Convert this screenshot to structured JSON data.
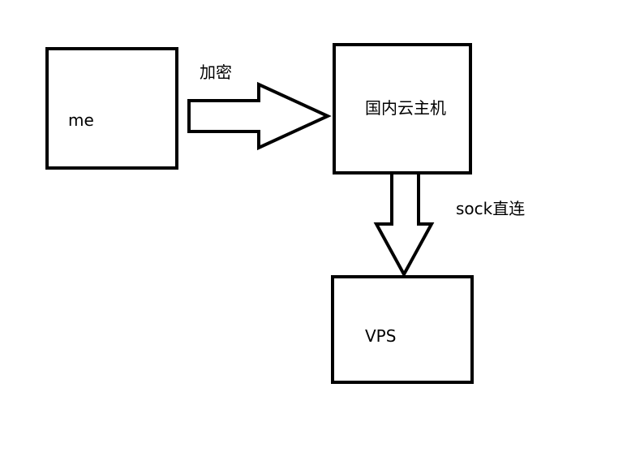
{
  "nodes": {
    "me": "me",
    "cloud_host": "国内云主机",
    "vps": "VPS"
  },
  "edges": {
    "encrypt": "加密",
    "sock_direct": "sock直连"
  }
}
